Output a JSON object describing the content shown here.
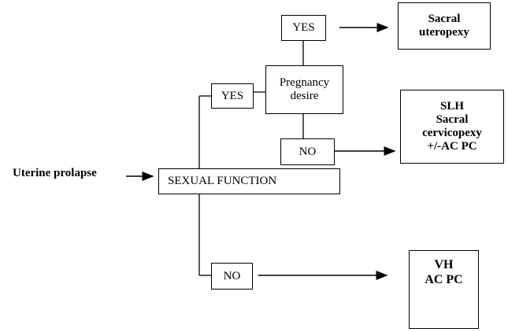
{
  "diagram": {
    "start_label": "Uterine prolapse",
    "sexual_function": "SEXUAL FUNCTION",
    "yes_top": "YES",
    "yes_mid": "YES",
    "no_mid": "NO",
    "no_bottom": "NO",
    "pregnancy_desire": [
      "Pregnancy",
      "desire"
    ],
    "outcome_sacral_uteropexy": [
      "Sacral",
      "uteropexy"
    ],
    "outcome_slh": [
      "SLH",
      "Sacral",
      "cervicopexy",
      "+/-AC PC"
    ],
    "outcome_vh": [
      "VH",
      "AC PC"
    ]
  }
}
